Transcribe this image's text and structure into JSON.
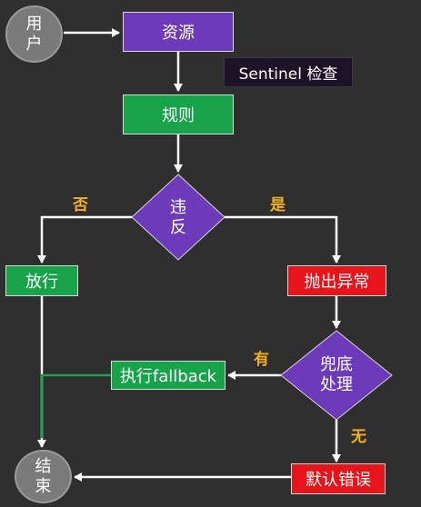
{
  "colors": {
    "background": "#2f2f2f",
    "purple": "#6d3ab9",
    "green": "#17a34a",
    "red": "#e8141c",
    "gray": "#7a7a7a",
    "arrow": "#ffffff",
    "fallback_arrow": "#17a34a",
    "branch_label": "#f2b124"
  },
  "nodes": {
    "user": [
      "用",
      "户"
    ],
    "resource": "资源",
    "sentinel_check": "Sentinel 检查",
    "rules": "规则",
    "violation": [
      "违",
      "反"
    ],
    "allow": "放行",
    "throw_exception": "抛出异常",
    "fallback_decision": [
      "兜底",
      "处理"
    ],
    "execute_fallback": "执行fallback",
    "default_error": "默认错误",
    "end": [
      "结",
      "束"
    ]
  },
  "branch_labels": {
    "no": "否",
    "yes": "是",
    "has": "有",
    "none": "无"
  }
}
